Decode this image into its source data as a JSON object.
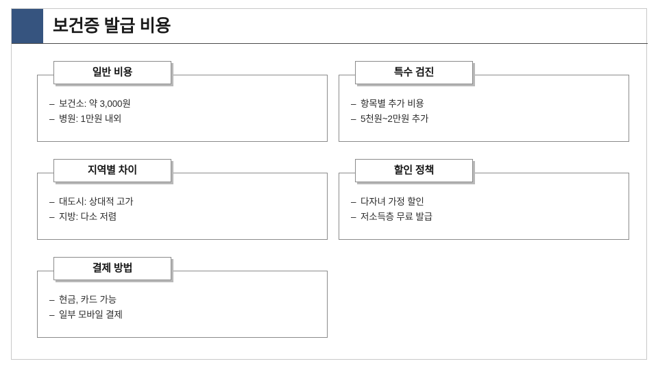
{
  "slide": {
    "title": "보건증 발급 비용",
    "accent_color": "#36547F",
    "border_color": "#c8c8c8",
    "rule_color": "#4a4a4a"
  },
  "cards": [
    {
      "tab_label": "일반 비용",
      "items": [
        {
          "dash": "–",
          "text": "보건소: 약 3,000원"
        },
        {
          "dash": "–",
          "text": "병원: 1만원 내외"
        }
      ]
    },
    {
      "tab_label": "특수 검진",
      "items": [
        {
          "dash": "–",
          "text": "항목별 추가 비용"
        },
        {
          "dash": "–",
          "text": "5천원~2만원 추가"
        }
      ]
    },
    {
      "tab_label": "지역별 차이",
      "items": [
        {
          "dash": "–",
          "text": "대도시: 상대적 고가"
        },
        {
          "dash": "–",
          "text": "지방: 다소 저렴"
        }
      ]
    },
    {
      "tab_label": "할인 정책",
      "items": [
        {
          "dash": "–",
          "text": "다자녀 가정 할인"
        },
        {
          "dash": "–",
          "text": "저소득층 무료 발급"
        }
      ]
    },
    {
      "tab_label": "결제 방법",
      "items": [
        {
          "dash": "–",
          "text": "현금, 카드 가능"
        },
        {
          "dash": "–",
          "text": "일부 모바일 결제"
        }
      ]
    }
  ]
}
